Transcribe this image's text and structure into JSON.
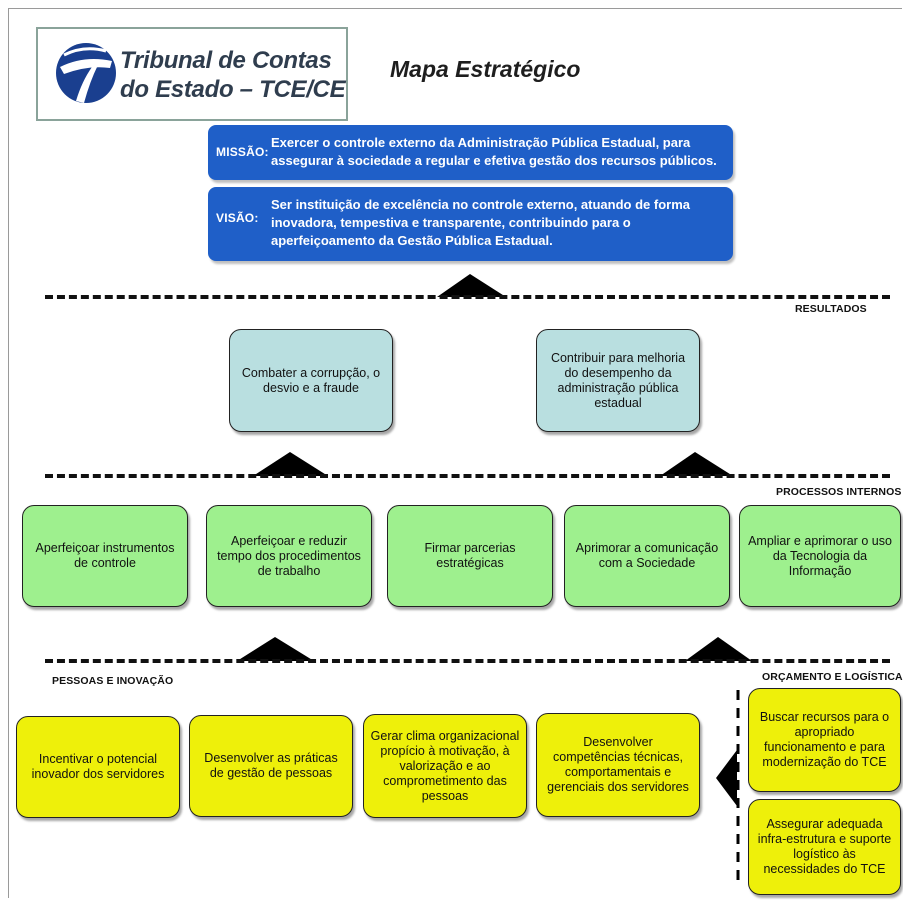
{
  "header": {
    "org_line1": "Tribunal de Contas",
    "org_line2": "do Estado – TCE/CE",
    "title": "Mapa Estratégico"
  },
  "missao": {
    "label": "MISSÃO:",
    "text": "Exercer o controle externo da Administração Pública Estadual, para assegurar à sociedade a regular e efetiva gestão dos recursos públicos."
  },
  "visao": {
    "label": "VISÃO:",
    "text": "Ser instituição de excelência no controle externo, atuando de forma inovadora, tempestiva e transparente, contribuindo para o aperfeiçoamento da Gestão Pública Estadual."
  },
  "resultados": {
    "label": "RESULTADOS",
    "items": [
      "Combater a corrupção, o desvio e a fraude",
      "Contribuir para melhoria do desempenho da administração pública estadual"
    ]
  },
  "processos": {
    "label": "PROCESSOS INTERNOS",
    "items": [
      "Aperfeiçoar instrumentos de controle",
      "Aperfeiçoar e reduzir tempo dos procedimentos de trabalho",
      "Firmar parcerias estratégicas",
      "Aprimorar a comunicação com a Sociedade",
      "Ampliar e aprimorar o uso da Tecnologia da Informação"
    ]
  },
  "pessoas": {
    "label": "PESSOAS E INOVAÇÃO",
    "items": [
      "Incentivar o potencial inovador dos servidores",
      "Desenvolver as práticas de gestão de pessoas",
      "Gerar clima organizacional propício à motivação, à valorização e ao comprometimento das pessoas",
      "Desenvolver competências técnicas, comportamentais e gerenciais dos servidores"
    ]
  },
  "orcamento": {
    "label": "ORÇAMENTO E LOGÍSTICA",
    "items": [
      "Buscar recursos para o apropriado funcionamento e para modernização do TCE",
      "Assegurar adequada infra-estrutura e suporte logístico às necessidades do TCE"
    ]
  },
  "colors": {
    "mission_blue": "#1f5fc8",
    "results_teal": "#b9dfe0",
    "process_green": "#9ef08e",
    "people_yellow": "#eef00a"
  }
}
